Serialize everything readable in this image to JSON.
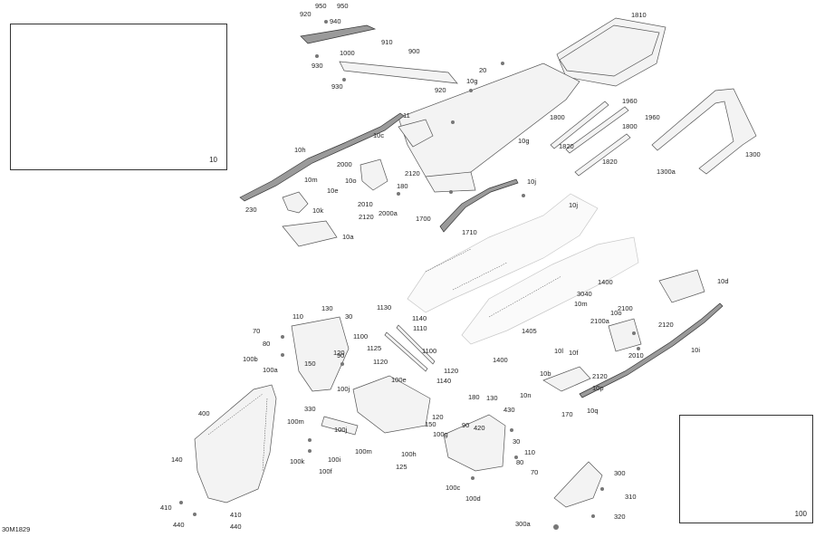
{
  "diagram": {
    "reference_code": "30M1829",
    "insets": [
      {
        "id": "inset-10",
        "number": "10"
      },
      {
        "id": "inset-100",
        "number": "100"
      }
    ],
    "callouts": [
      {
        "text": "1810"
      },
      {
        "text": "920"
      },
      {
        "text": "950"
      },
      {
        "text": "950"
      },
      {
        "text": "940"
      },
      {
        "text": "910"
      },
      {
        "text": "1000"
      },
      {
        "text": "900"
      },
      {
        "text": "930"
      },
      {
        "text": "930"
      },
      {
        "text": "20"
      },
      {
        "text": "10g"
      },
      {
        "text": "920"
      },
      {
        "text": "11"
      },
      {
        "text": "1960"
      },
      {
        "text": "1800"
      },
      {
        "text": "1960"
      },
      {
        "text": "1800"
      },
      {
        "text": "10g"
      },
      {
        "text": "1820"
      },
      {
        "text": "1820"
      },
      {
        "text": "10c"
      },
      {
        "text": "1300"
      },
      {
        "text": "1300a"
      },
      {
        "text": "10h"
      },
      {
        "text": "2000"
      },
      {
        "text": "2120"
      },
      {
        "text": "10m"
      },
      {
        "text": "10o"
      },
      {
        "text": "10e"
      },
      {
        "text": "180"
      },
      {
        "text": "10j"
      },
      {
        "text": "10j"
      },
      {
        "text": "230"
      },
      {
        "text": "2010"
      },
      {
        "text": "10k"
      },
      {
        "text": "2120"
      },
      {
        "text": "2000a"
      },
      {
        "text": "1700"
      },
      {
        "text": "1710"
      },
      {
        "text": "10a"
      },
      {
        "text": "1400"
      },
      {
        "text": "10d"
      },
      {
        "text": "3040"
      },
      {
        "text": "10m"
      },
      {
        "text": "2100"
      },
      {
        "text": "10o"
      },
      {
        "text": "130"
      },
      {
        "text": "1130"
      },
      {
        "text": "2100a"
      },
      {
        "text": "110"
      },
      {
        "text": "30"
      },
      {
        "text": "1140"
      },
      {
        "text": "2120"
      },
      {
        "text": "1405"
      },
      {
        "text": "1110"
      },
      {
        "text": "70"
      },
      {
        "text": "1100"
      },
      {
        "text": "80"
      },
      {
        "text": "10l"
      },
      {
        "text": "10f"
      },
      {
        "text": "10i"
      },
      {
        "text": "1125"
      },
      {
        "text": "1100"
      },
      {
        "text": "2010"
      },
      {
        "text": "100b"
      },
      {
        "text": "120"
      },
      {
        "text": "90"
      },
      {
        "text": "150"
      },
      {
        "text": "1120"
      },
      {
        "text": "1400"
      },
      {
        "text": "100a"
      },
      {
        "text": "10b"
      },
      {
        "text": "2120"
      },
      {
        "text": "1120"
      },
      {
        "text": "1140"
      },
      {
        "text": "10p"
      },
      {
        "text": "100e"
      },
      {
        "text": "100j"
      },
      {
        "text": "10n"
      },
      {
        "text": "180"
      },
      {
        "text": "130"
      },
      {
        "text": "10q"
      },
      {
        "text": "400"
      },
      {
        "text": "170"
      },
      {
        "text": "330"
      },
      {
        "text": "120"
      },
      {
        "text": "150"
      },
      {
        "text": "430"
      },
      {
        "text": "90"
      },
      {
        "text": "420"
      },
      {
        "text": "100m"
      },
      {
        "text": "100j"
      },
      {
        "text": "100g"
      },
      {
        "text": "30"
      },
      {
        "text": "100k"
      },
      {
        "text": "100m"
      },
      {
        "text": "100h"
      },
      {
        "text": "110"
      },
      {
        "text": "80"
      },
      {
        "text": "140"
      },
      {
        "text": "100i"
      },
      {
        "text": "125"
      },
      {
        "text": "70"
      },
      {
        "text": "300"
      },
      {
        "text": "100f"
      },
      {
        "text": "100c"
      },
      {
        "text": "310"
      },
      {
        "text": "100d"
      },
      {
        "text": "410"
      },
      {
        "text": "410"
      },
      {
        "text": "320"
      },
      {
        "text": "440"
      },
      {
        "text": "440"
      },
      {
        "text": "300a"
      }
    ]
  }
}
